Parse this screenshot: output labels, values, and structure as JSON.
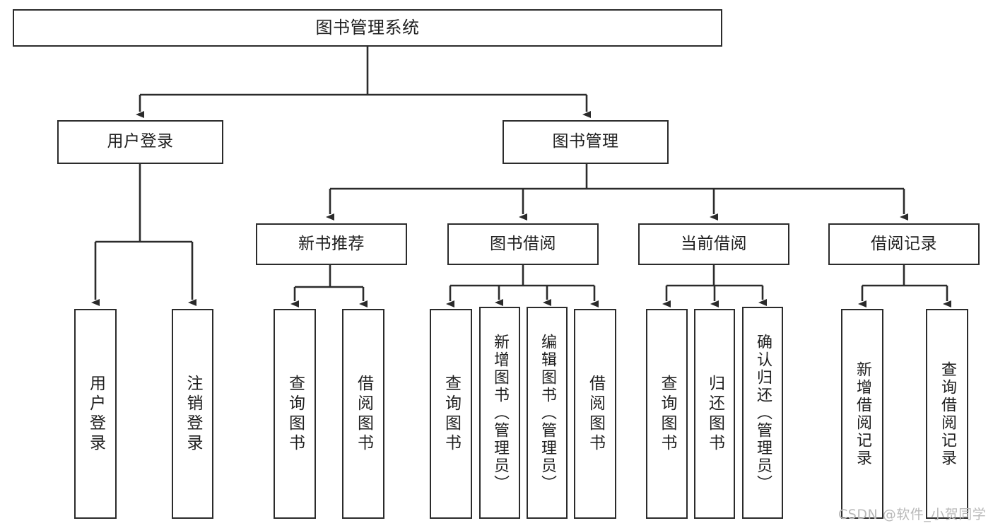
{
  "diagram": {
    "title": "图书管理系统",
    "root": {
      "label": "图书管理系统"
    },
    "level2": [
      {
        "label": "用户登录"
      },
      {
        "label": "图书管理"
      }
    ],
    "level3": [
      {
        "label": "新书推荐"
      },
      {
        "label": "图书借阅"
      },
      {
        "label": "当前借阅"
      },
      {
        "label": "借阅记录"
      }
    ],
    "leaves": {
      "user_login": [
        {
          "label": "用户登录"
        },
        {
          "label": "注销登录"
        }
      ],
      "new_book_recommend": [
        {
          "label": "查询图书"
        },
        {
          "label": "借阅图书"
        }
      ],
      "book_borrow": [
        {
          "label": "查询图书"
        },
        {
          "label": "新增图书（管理员）"
        },
        {
          "label": "编辑图书（管理员）"
        },
        {
          "label": "借阅图书"
        }
      ],
      "current_borrow": [
        {
          "label": "查询图书"
        },
        {
          "label": "归还图书"
        },
        {
          "label": "确认归还（管理员）"
        }
      ],
      "borrow_record": [
        {
          "label": "新增借阅记录"
        },
        {
          "label": "查询借阅记录"
        }
      ]
    }
  },
  "watermark": {
    "text": "CSDN @软件_小贺同学"
  },
  "colors": {
    "background": "#ffffff",
    "box_border": "#2b2b2b",
    "box_fill": "#ffffff",
    "text": "#1f1f1f",
    "connector": "#2b2b2b",
    "watermark": "#b9b9b9"
  }
}
